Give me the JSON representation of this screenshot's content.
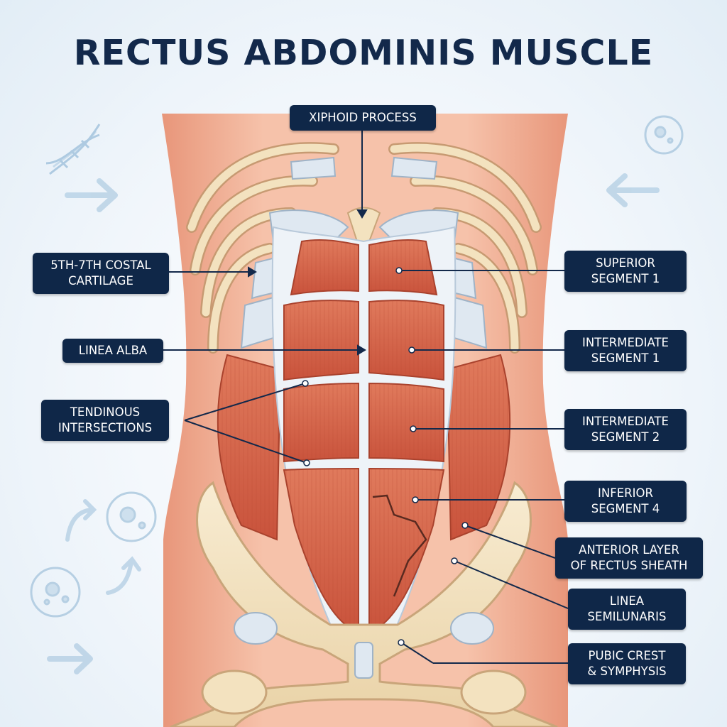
{
  "title": "RECTUS ABDOMINIS MUSCLE",
  "labels": {
    "xiphoid": "XIPHOID PROCESS",
    "costal": "5TH-7TH COSTAL\nCARTILAGE",
    "linea_alba": "LINEA ALBA",
    "tendinous": "TENDINOUS\nINTERSECTIONS",
    "superior1": "SUPERIOR\nSEGMENT 1",
    "intermediate1": "INTERMEDIATE\nSEGMENT 1",
    "intermediate2": "INTERMEDIATE\nSEGMENT 2",
    "inferior4": "INFERIOR\nSEGMENT 4",
    "anterior_sheath": "ANTERIOR LAYER\nOF RECTUS SHEATH",
    "semilunaris": "LINEA\nSEMILUNARIS",
    "pubic": "PUBIC CREST\n& SYMPHYSIS"
  },
  "icons": [
    "dna-icon",
    "cell-icon",
    "arrow-right-icon",
    "arrow-left-icon",
    "curved-arrow-icon"
  ],
  "colors": {
    "label_bg": "#0f2748",
    "title": "#13294b",
    "muscle": "#d9664a",
    "tendon": "#eef3f8",
    "bone": "#f3e2bf",
    "skin": "#f2b59c"
  }
}
